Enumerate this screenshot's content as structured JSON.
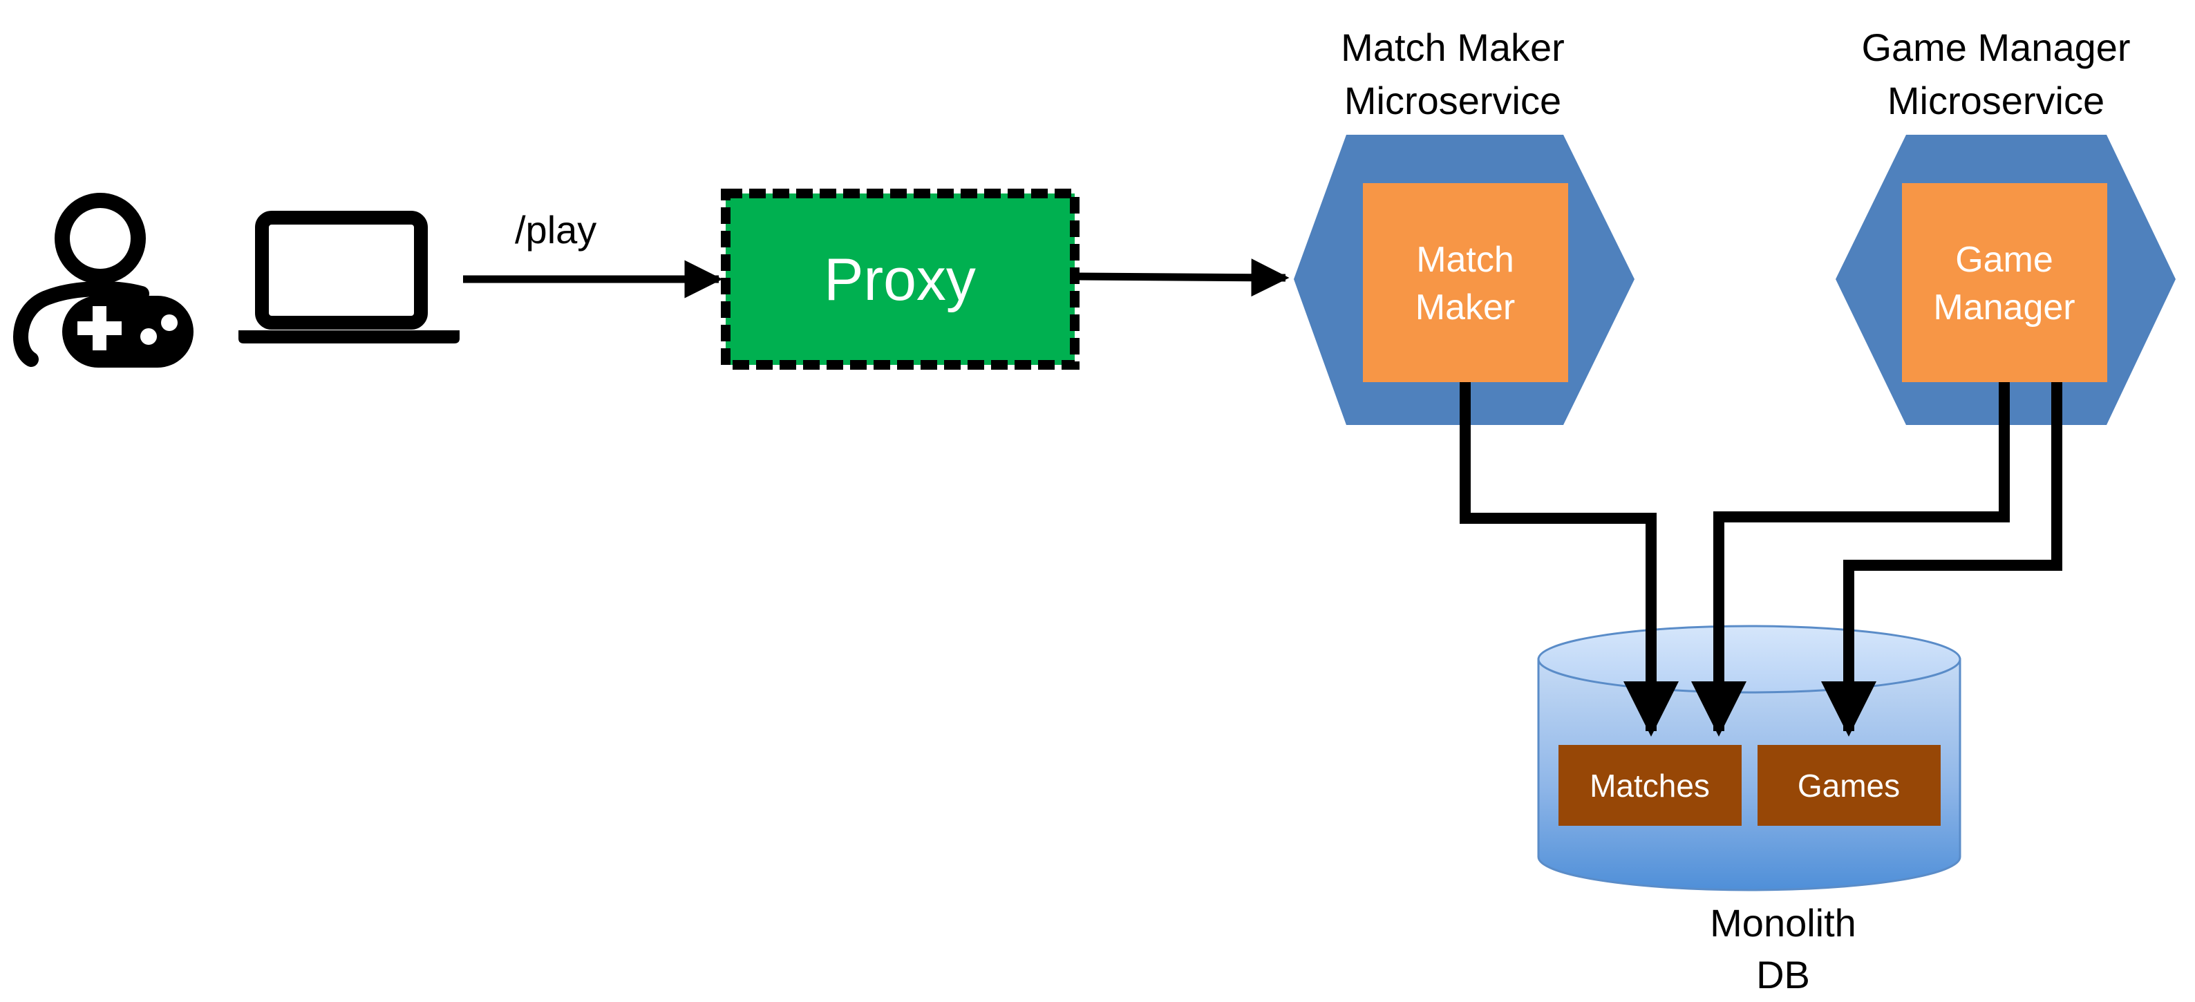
{
  "edges": {
    "client_to_proxy_label": "/play"
  },
  "proxy": {
    "label": "Proxy"
  },
  "match_maker": {
    "title_line1": "Match Maker",
    "title_line2": "Microservice",
    "inner_line1": "Match",
    "inner_line2": "Maker"
  },
  "game_manager": {
    "title_line1": "Game Manager",
    "title_line2": "Microservice",
    "inner_line1": "Game",
    "inner_line2": "Manager"
  },
  "database": {
    "title_line1": "Monolith",
    "title_line2": "DB",
    "tables": [
      "Matches",
      "Games"
    ]
  },
  "colors": {
    "hexagon": "#4f81bd",
    "service_box": "#f79646",
    "proxy": "#00b050",
    "db_body": "#8db4e2",
    "table": "#974706"
  },
  "icons": [
    "gamer-icon",
    "laptop-icon"
  ]
}
